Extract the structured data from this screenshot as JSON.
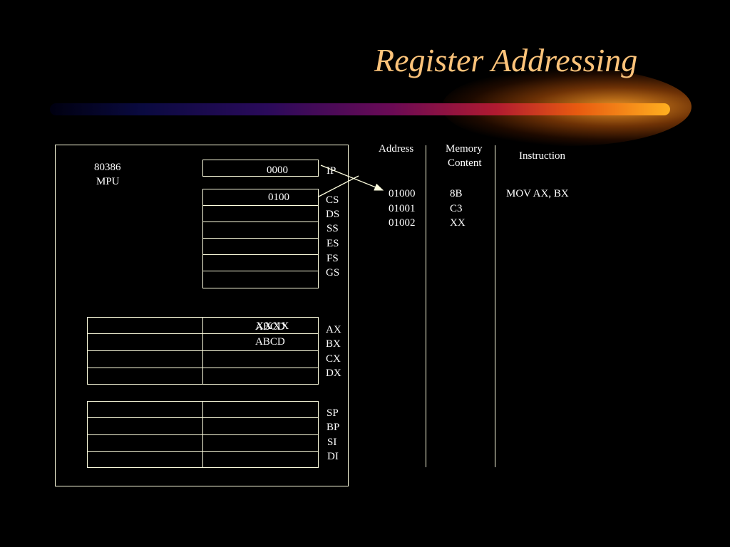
{
  "title": "Register Addressing",
  "mpu": {
    "line1": "80386",
    "line2": "MPU"
  },
  "ip": {
    "name": "IP",
    "value": "0000"
  },
  "segment_registers": [
    {
      "name": "CS",
      "value": "0100"
    },
    {
      "name": "DS",
      "value": ""
    },
    {
      "name": "SS",
      "value": ""
    },
    {
      "name": "ES",
      "value": ""
    },
    {
      "name": "FS",
      "value": ""
    },
    {
      "name": "GS",
      "value": ""
    }
  ],
  "general_registers": [
    {
      "name": "AX",
      "value": "ABCD",
      "overwritten_value": "XXXX"
    },
    {
      "name": "BX",
      "value": "ABCD"
    },
    {
      "name": "CX",
      "value": ""
    },
    {
      "name": "DX",
      "value": ""
    }
  ],
  "pointer_registers": [
    {
      "name": "SP"
    },
    {
      "name": "BP"
    },
    {
      "name": "SI"
    },
    {
      "name": "DI"
    }
  ],
  "memory": {
    "headers": {
      "address": "Address",
      "content_line1": "Memory",
      "content_line2": "Content",
      "instruction": "Instruction"
    },
    "rows": [
      {
        "address": "01000",
        "content": "8B",
        "instruction": "MOV AX, BX"
      },
      {
        "address": "01001",
        "content": "C3",
        "instruction": ""
      },
      {
        "address": "01002",
        "content": "XX",
        "instruction": ""
      }
    ]
  },
  "colors": {
    "title": "#fcc37a",
    "lines": "#ffffe0",
    "background": "#000000"
  }
}
